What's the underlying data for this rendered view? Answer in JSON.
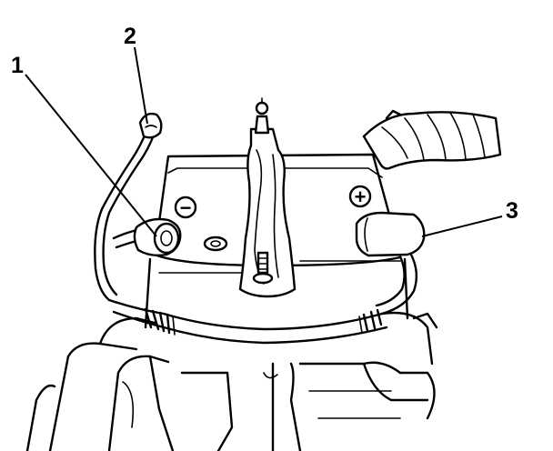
{
  "callouts": {
    "c1": "1",
    "c2": "2",
    "c3": "3"
  },
  "terminals": {
    "negative": "−",
    "positive": "+"
  }
}
